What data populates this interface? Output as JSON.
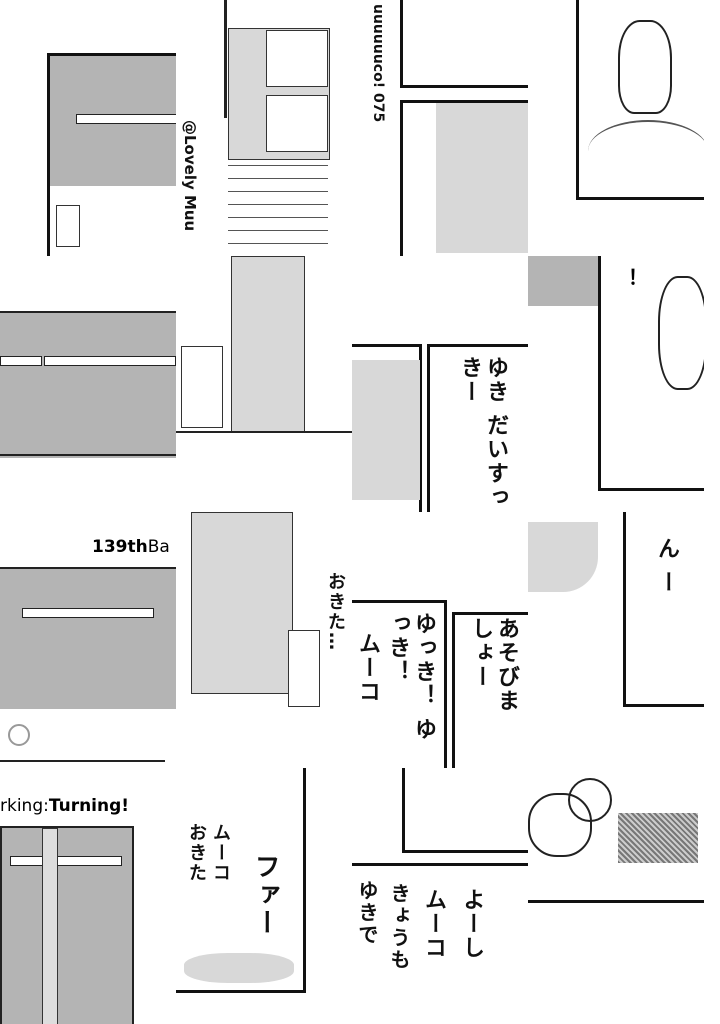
{
  "credits": {
    "copyright": "@Lovely Muu",
    "series": "uuuuuuco! 075",
    "episode_prefix": "139th",
    "episode_suffix": "Ba",
    "chapter_prefix": "rking:",
    "chapter_title": "Turning!"
  },
  "speech": {
    "yuki_daisuki": "ゆき だいすっきー",
    "okita_dots": "おきた…",
    "muuko_1": "ムーコ",
    "yukki": "ゆっき！ ゆっき！",
    "asobimasho": "あそびま しょー",
    "nn": "ん ー",
    "muuko_okita": "ムーコ おきた",
    "faa": "ファー",
    "yoshi": "よーし",
    "muuko_2": "ムーコ",
    "kyoumo": "きょうも",
    "yukide": "ゆきで",
    "exclaim": "！"
  }
}
